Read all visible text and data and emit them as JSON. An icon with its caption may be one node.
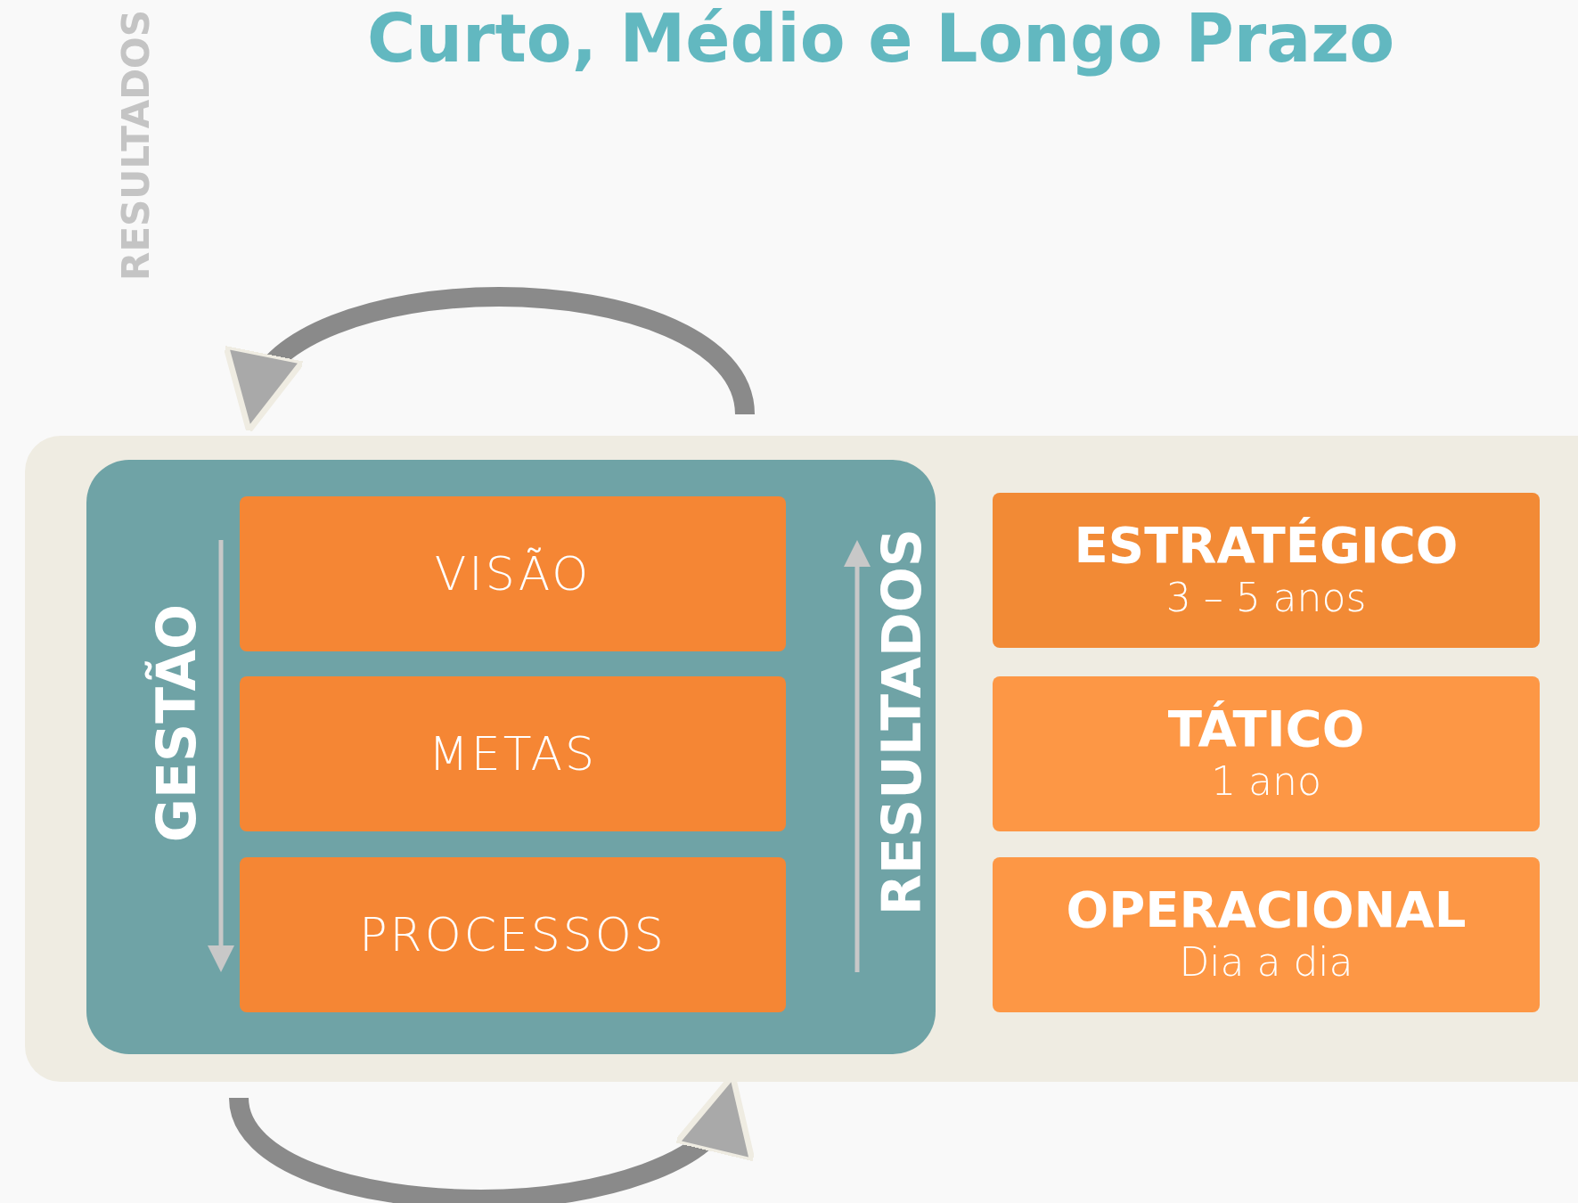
{
  "diagram": {
    "title": "Curto, Médio e Longo Prazo",
    "nodes": [
      {
        "text": [],
        "shape": "box"
      },
      {
        "text": [],
        "shape": "box",
        "in": 0
      },
      {
        "text": [
          "VISÃO"
        ],
        "in": 1
      },
      {
        "text": [
          "METAS"
        ],
        "in": 1
      },
      {
        "text": [
          "PROCESSOS"
        ],
        "in": 1
      },
      {
        "text": [
          "ESTRATÉGICO",
          "3 – 5 anos"
        ],
        "in": 0
      },
      {
        "text": [
          "TÁTICO",
          "1 ano"
        ],
        "in": 0
      },
      {
        "text": [
          "OPERACIONAL",
          "Dia a dia"
        ],
        "in": 0
      }
    ],
    "labels": [
      "RESULTADOS",
      "GESTÃO",
      "RESULTADOS"
    ]
  }
}
